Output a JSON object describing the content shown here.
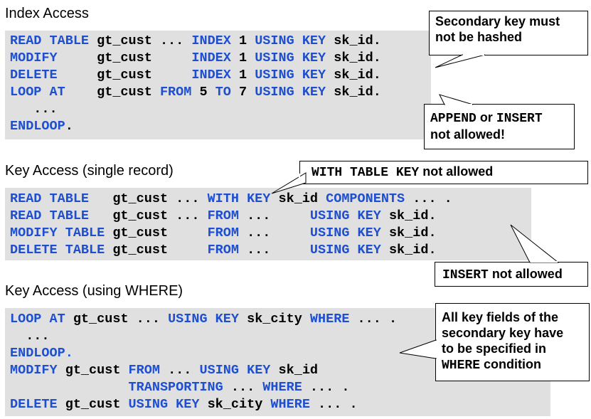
{
  "sections": [
    {
      "heading": "Index Access",
      "code_lines": [
        [
          [
            "kw",
            "READ TABLE "
          ],
          [
            "id",
            "gt_cust ... "
          ],
          [
            "kw",
            "INDEX "
          ],
          [
            "id",
            "1 "
          ],
          [
            "kw",
            "USING KEY "
          ],
          [
            "id",
            "sk_id."
          ]
        ],
        [
          [
            "kw",
            "MODIFY     "
          ],
          [
            "id",
            "gt_cust     "
          ],
          [
            "kw",
            "INDEX "
          ],
          [
            "id",
            "1 "
          ],
          [
            "kw",
            "USING KEY "
          ],
          [
            "id",
            "sk_id."
          ]
        ],
        [
          [
            "kw",
            "DELETE     "
          ],
          [
            "id",
            "gt_cust     "
          ],
          [
            "kw",
            "INDEX "
          ],
          [
            "id",
            "1 "
          ],
          [
            "kw",
            "USING KEY "
          ],
          [
            "id",
            "sk_id."
          ]
        ],
        [
          [
            "kw",
            "LOOP AT    "
          ],
          [
            "id",
            "gt_cust "
          ],
          [
            "kw",
            "FROM "
          ],
          [
            "id",
            "5 "
          ],
          [
            "kw",
            "TO "
          ],
          [
            "id",
            "7 "
          ],
          [
            "kw",
            "USING KEY "
          ],
          [
            "id",
            "sk_id."
          ]
        ],
        [
          [
            "id",
            "   ..."
          ]
        ],
        [
          [
            "kw",
            "ENDLOOP"
          ],
          [
            "id",
            "."
          ]
        ]
      ]
    },
    {
      "heading": "Key Access (single record)",
      "code_lines": [
        [
          [
            "kw",
            "READ TABLE   "
          ],
          [
            "id",
            "gt_cust ... "
          ],
          [
            "kw",
            "WITH KEY "
          ],
          [
            "id",
            "sk_id "
          ],
          [
            "kw",
            "COMPONENTS "
          ],
          [
            "id",
            "... ."
          ]
        ],
        [
          [
            "kw",
            "READ TABLE   "
          ],
          [
            "id",
            "gt_cust ... "
          ],
          [
            "kw",
            "FROM "
          ],
          [
            "id",
            "...     "
          ],
          [
            "kw",
            "USING KEY "
          ],
          [
            "id",
            "sk_id."
          ]
        ],
        [
          [
            "kw",
            "MODIFY TABLE "
          ],
          [
            "id",
            "gt_cust     "
          ],
          [
            "kw",
            "FROM "
          ],
          [
            "id",
            "...     "
          ],
          [
            "kw",
            "USING KEY "
          ],
          [
            "id",
            "sk_id."
          ]
        ],
        [
          [
            "kw",
            "DELETE TABLE "
          ],
          [
            "id",
            "gt_cust     "
          ],
          [
            "kw",
            "FROM "
          ],
          [
            "id",
            "...     "
          ],
          [
            "kw",
            "USING KEY "
          ],
          [
            "id",
            "sk_id."
          ]
        ]
      ]
    },
    {
      "heading": "Key Access (using WHERE)",
      "code_lines": [
        [
          [
            "kw",
            "LOOP AT "
          ],
          [
            "id",
            "gt_cust ... "
          ],
          [
            "kw",
            "USING KEY "
          ],
          [
            "id",
            "sk_city "
          ],
          [
            "kw",
            "WHERE "
          ],
          [
            "id",
            "... ."
          ]
        ],
        [
          [
            "id",
            "  ..."
          ]
        ],
        [
          [
            "kw",
            "ENDLOOP."
          ]
        ],
        [
          [
            "kw",
            "MODIFY "
          ],
          [
            "id",
            "gt_cust "
          ],
          [
            "kw",
            "FROM "
          ],
          [
            "id",
            "... "
          ],
          [
            "kw",
            "USING KEY "
          ],
          [
            "id",
            "sk_id"
          ]
        ],
        [
          [
            "id",
            "               "
          ],
          [
            "kw",
            "TRANSPORTING "
          ],
          [
            "id",
            "... "
          ],
          [
            "kw",
            "WHERE "
          ],
          [
            "id",
            "... ."
          ]
        ],
        [
          [
            "kw",
            "DELETE "
          ],
          [
            "id",
            "gt_cust "
          ],
          [
            "kw",
            "USING KEY "
          ],
          [
            "id",
            "sk_city "
          ],
          [
            "kw",
            "WHERE "
          ],
          [
            "id",
            "... ."
          ]
        ]
      ]
    }
  ],
  "callouts": {
    "hashed": {
      "line1": "Secondary key must",
      "line2": "not be hashed"
    },
    "append": {
      "code": "APPEND",
      "mid": " or ",
      "code2": "INSERT",
      "line2": "not allowed!"
    },
    "table_key": {
      "code": "WITH TABLE KEY",
      "text": " not allowed"
    },
    "insert": {
      "code": "INSERT",
      "text": " not allowed"
    },
    "all_key": {
      "line1": "All key fields of the",
      "line2": "secondary key have",
      "line3": "to be specified in",
      "code": "WHERE",
      "line4_rest": " condition"
    }
  },
  "colors": {
    "keyword": "#1e4fd0",
    "code_bg": "#e0e0e0"
  }
}
